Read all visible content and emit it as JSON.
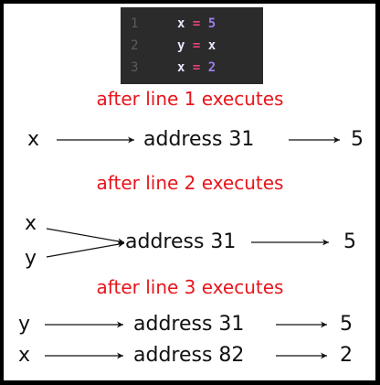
{
  "code": [
    {
      "line": "1",
      "var": "x",
      "op": "=",
      "value": "5",
      "value_kind": "num"
    },
    {
      "line": "2",
      "var": "y",
      "op": "=",
      "value": "x",
      "value_kind": "id"
    },
    {
      "line": "3",
      "var": "x",
      "op": "=",
      "value": "2",
      "value_kind": "num"
    }
  ],
  "steps": [
    {
      "caption": "after line 1 executes",
      "rows": [
        {
          "names": [
            "x"
          ],
          "address": "address 31",
          "value": "5"
        }
      ]
    },
    {
      "caption": "after line 2 executes",
      "rows": [
        {
          "names": [
            "x",
            "y"
          ],
          "address": "address 31",
          "value": "5"
        }
      ]
    },
    {
      "caption": "after line 3 executes",
      "rows": [
        {
          "names": [
            "y"
          ],
          "address": "address 31",
          "value": "5"
        },
        {
          "names": [
            "x"
          ],
          "address": "address 82",
          "value": "2"
        }
      ]
    }
  ],
  "colors": {
    "caption": "#e8151b",
    "code_bg": "#2b2b2b",
    "border": "#000000"
  }
}
